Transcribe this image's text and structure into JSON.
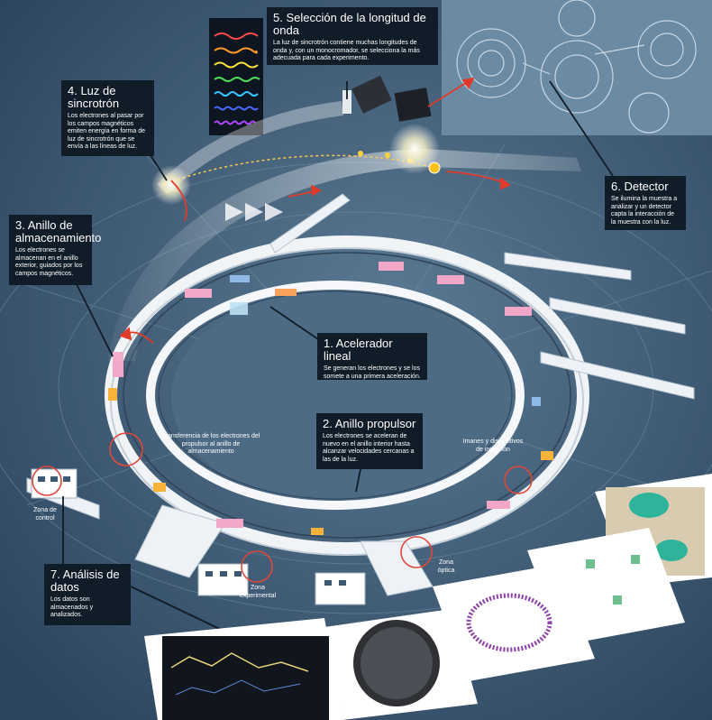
{
  "steps": [
    {
      "title": "1. Acelerador lineal",
      "body": "Se generan los electrones y se los somete a una primera aceleración."
    },
    {
      "title": "2. Anillo propulsor",
      "body": "Los electrones se aceleran de nuevo en el anillo interior hasta alcanzar velocidades cercanas a las de la luz."
    },
    {
      "title": "3. Anillo de almacenamiento",
      "body": "Los electrones se almacenan en el anillo exterior, guiados por los campos magnéticos."
    },
    {
      "title": "4. Luz de sincrotrón",
      "body": "Los electrones al pasar por los campos magnéticos emiten energía en forma de luz de sincrotrón que se envía a las líneas de luz."
    },
    {
      "title": "5. Selección de la longitud de onda",
      "body": "La luz de sincrotrón contiene muchas longitudes de onda y, con un monocromador, se selecciona la más adecuada para cada experimento."
    },
    {
      "title": "6. Detector",
      "body": "Se ilumina la muestra a analizar y un detector capta la interacción de la muestra con la luz."
    },
    {
      "title": "7. Análisis de datos",
      "body": "Los datos son almacenados y analizados."
    }
  ],
  "labels": {
    "transfer": "Transferencia de los electrones del propulsor al anillo de almacenamiento",
    "magnets": "Imanes y dispositivos de inserción",
    "control": "Zona de control",
    "experimental": "Zona experimental",
    "optics": "Zona óptica"
  },
  "colors": {
    "background": "#3d5a72",
    "box": "#101c28",
    "ring": "#e9eef3",
    "beam": "#e03a2a",
    "electron": "#ffd23a"
  }
}
